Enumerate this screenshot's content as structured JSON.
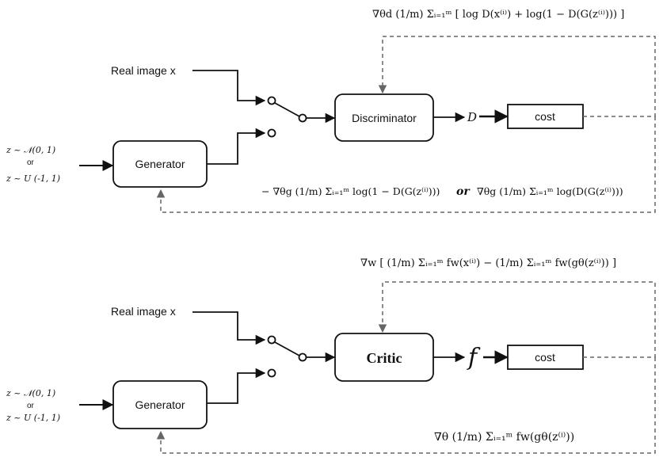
{
  "top": {
    "discriminator_label": "Discriminator",
    "generator_label": "Generator",
    "real_image_label": "Real image x",
    "output_symbol": "D",
    "cost_label": "cost",
    "noise_normal": "z ~ 𝒩(0, 1)",
    "noise_or": "or",
    "noise_uniform": "z ~ U (-1, 1)",
    "disc_gradient": "∇θd (1/m) Σᵢ₌₁ᵐ [ log D(x⁽ⁱ⁾) + log(1 − D(G(z⁽ⁱ⁾))) ]",
    "gen_gradient_a": "− ∇θg (1/m) Σᵢ₌₁ᵐ log(1 − D(G(z⁽ⁱ⁾)))",
    "gen_gradient_or": "or",
    "gen_gradient_b": "∇θg (1/m) Σᵢ₌₁ᵐ log(D(G(z⁽ⁱ⁾)))"
  },
  "bottom": {
    "critic_label": "Critic",
    "generator_label": "Generator",
    "real_image_label": "Real image x",
    "output_symbol": "f",
    "cost_label": "cost",
    "noise_normal": "z ~ 𝒩(0, 1)",
    "noise_or": "or",
    "noise_uniform": "z ~ U (-1, 1)",
    "critic_gradient": "∇w [ (1/m) Σᵢ₌₁ᵐ fw(x⁽ⁱ⁾) − (1/m) Σᵢ₌₁ᵐ fw(gθ(z⁽ⁱ⁾)) ]",
    "gen_gradient": "∇θ (1/m) Σᵢ₌₁ᵐ fw(gθ(z⁽ⁱ⁾))"
  }
}
